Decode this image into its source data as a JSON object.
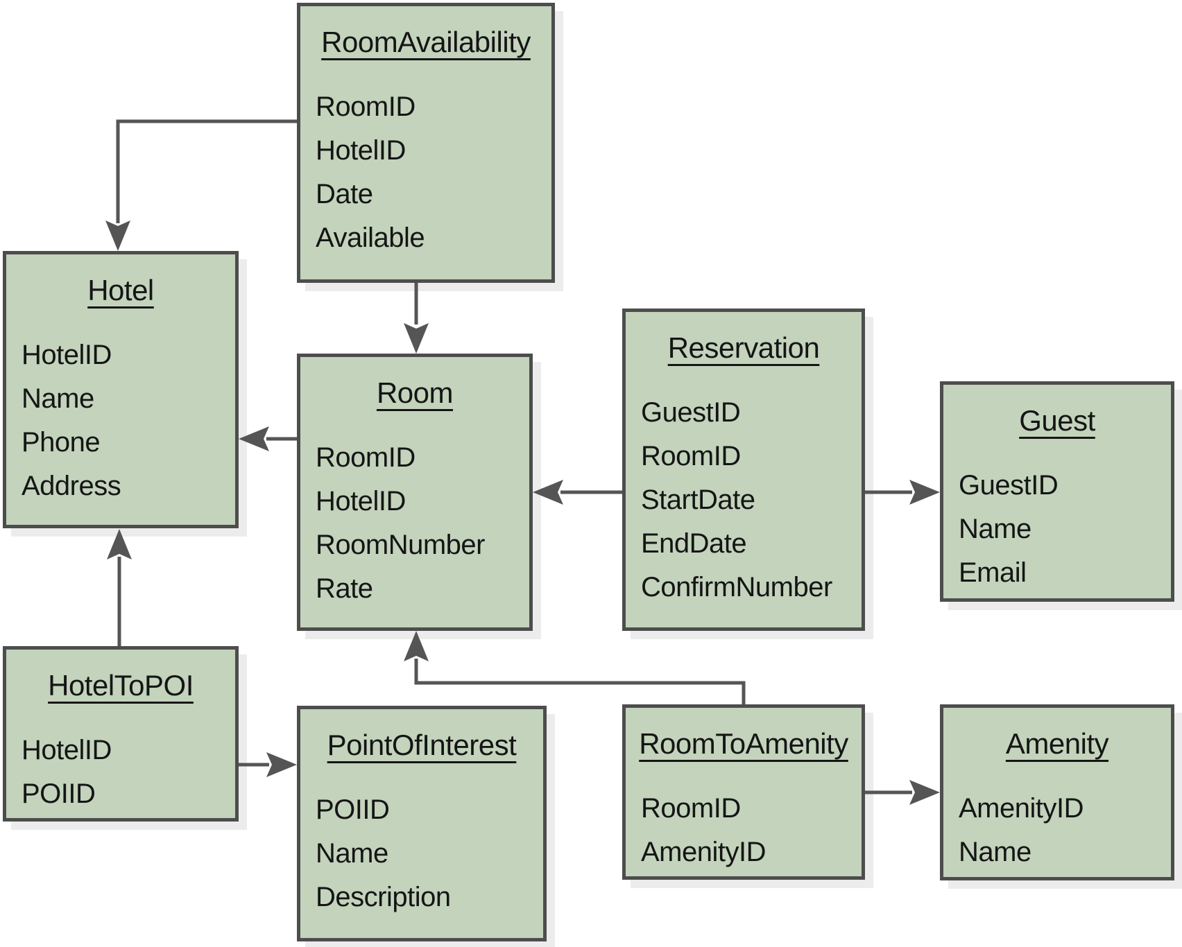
{
  "diagram": {
    "type": "entity-relationship-diagram",
    "colors": {
      "entity_fill": "#c3d3bc",
      "entity_border": "#4d4d4d",
      "arrow": "#555555",
      "background": "#ffffff",
      "shadow": "#ececec",
      "text": "#151515"
    },
    "entities": [
      {
        "id": "room-availability",
        "title": "RoomAvailability",
        "fields": [
          "RoomID",
          "HotelID",
          "Date",
          "Available"
        ]
      },
      {
        "id": "hotel",
        "title": "Hotel",
        "fields": [
          "HotelID",
          "Name",
          "Phone",
          "Address"
        ]
      },
      {
        "id": "room",
        "title": "Room",
        "fields": [
          "RoomID",
          "HotelID",
          "RoomNumber",
          "Rate"
        ]
      },
      {
        "id": "reservation",
        "title": "Reservation",
        "fields": [
          "GuestID",
          "RoomID",
          "StartDate",
          "EndDate",
          "ConfirmNumber"
        ]
      },
      {
        "id": "guest",
        "title": "Guest",
        "fields": [
          "GuestID",
          "Name",
          "Email"
        ]
      },
      {
        "id": "hotel-to-poi",
        "title": "HotelToPOI",
        "fields": [
          "HotelID",
          "POIID"
        ]
      },
      {
        "id": "point-of-interest",
        "title": "PointOfInterest",
        "fields": [
          "POIID",
          "Name",
          "Description"
        ]
      },
      {
        "id": "room-to-amenity",
        "title": "RoomToAmenity",
        "fields": [
          "RoomID",
          "AmenityID"
        ]
      },
      {
        "id": "amenity",
        "title": "Amenity",
        "fields": [
          "AmenityID",
          "Name"
        ]
      }
    ],
    "relations": [
      {
        "from": "RoomAvailability",
        "to": "Hotel"
      },
      {
        "from": "RoomAvailability",
        "to": "Room"
      },
      {
        "from": "Room",
        "to": "Hotel"
      },
      {
        "from": "Reservation",
        "to": "Room"
      },
      {
        "from": "Reservation",
        "to": "Guest"
      },
      {
        "from": "HotelToPOI",
        "to": "Hotel"
      },
      {
        "from": "HotelToPOI",
        "to": "PointOfInterest"
      },
      {
        "from": "RoomToAmenity",
        "to": "Room"
      },
      {
        "from": "RoomToAmenity",
        "to": "Amenity"
      }
    ]
  }
}
